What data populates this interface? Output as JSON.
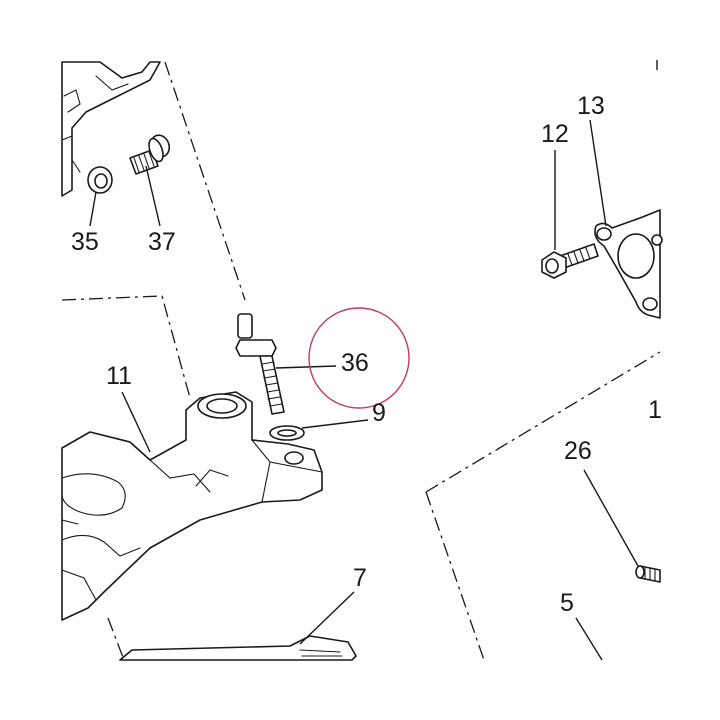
{
  "highlight_color": "#c0396b",
  "callouts": {
    "c35": "35",
    "c37": "37",
    "c12": "12",
    "c13": "13",
    "c36": "36",
    "c9": "9",
    "c11": "11",
    "c1": "1",
    "c26": "26",
    "c7": "7",
    "c5": "5"
  },
  "highlighted_callout": "36"
}
